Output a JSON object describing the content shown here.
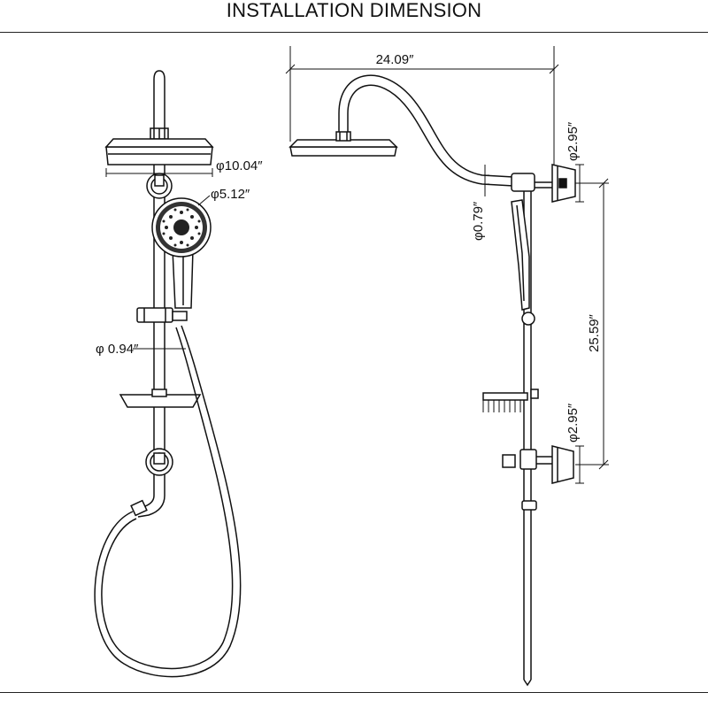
{
  "title": "INSTALLATION DIMENSION",
  "dimensions": {
    "rain_head_diameter": "φ10.04″",
    "hand_shower_diameter": "φ5.12″",
    "rail_diameter": "φ 0.94″",
    "arm_reach": "24.09″",
    "top_bracket_diameter": "φ2.95″",
    "arm_diameter": "φ0.79″",
    "bracket_spacing": "25.59″",
    "bottom_bracket_diameter": "φ2.95″"
  }
}
